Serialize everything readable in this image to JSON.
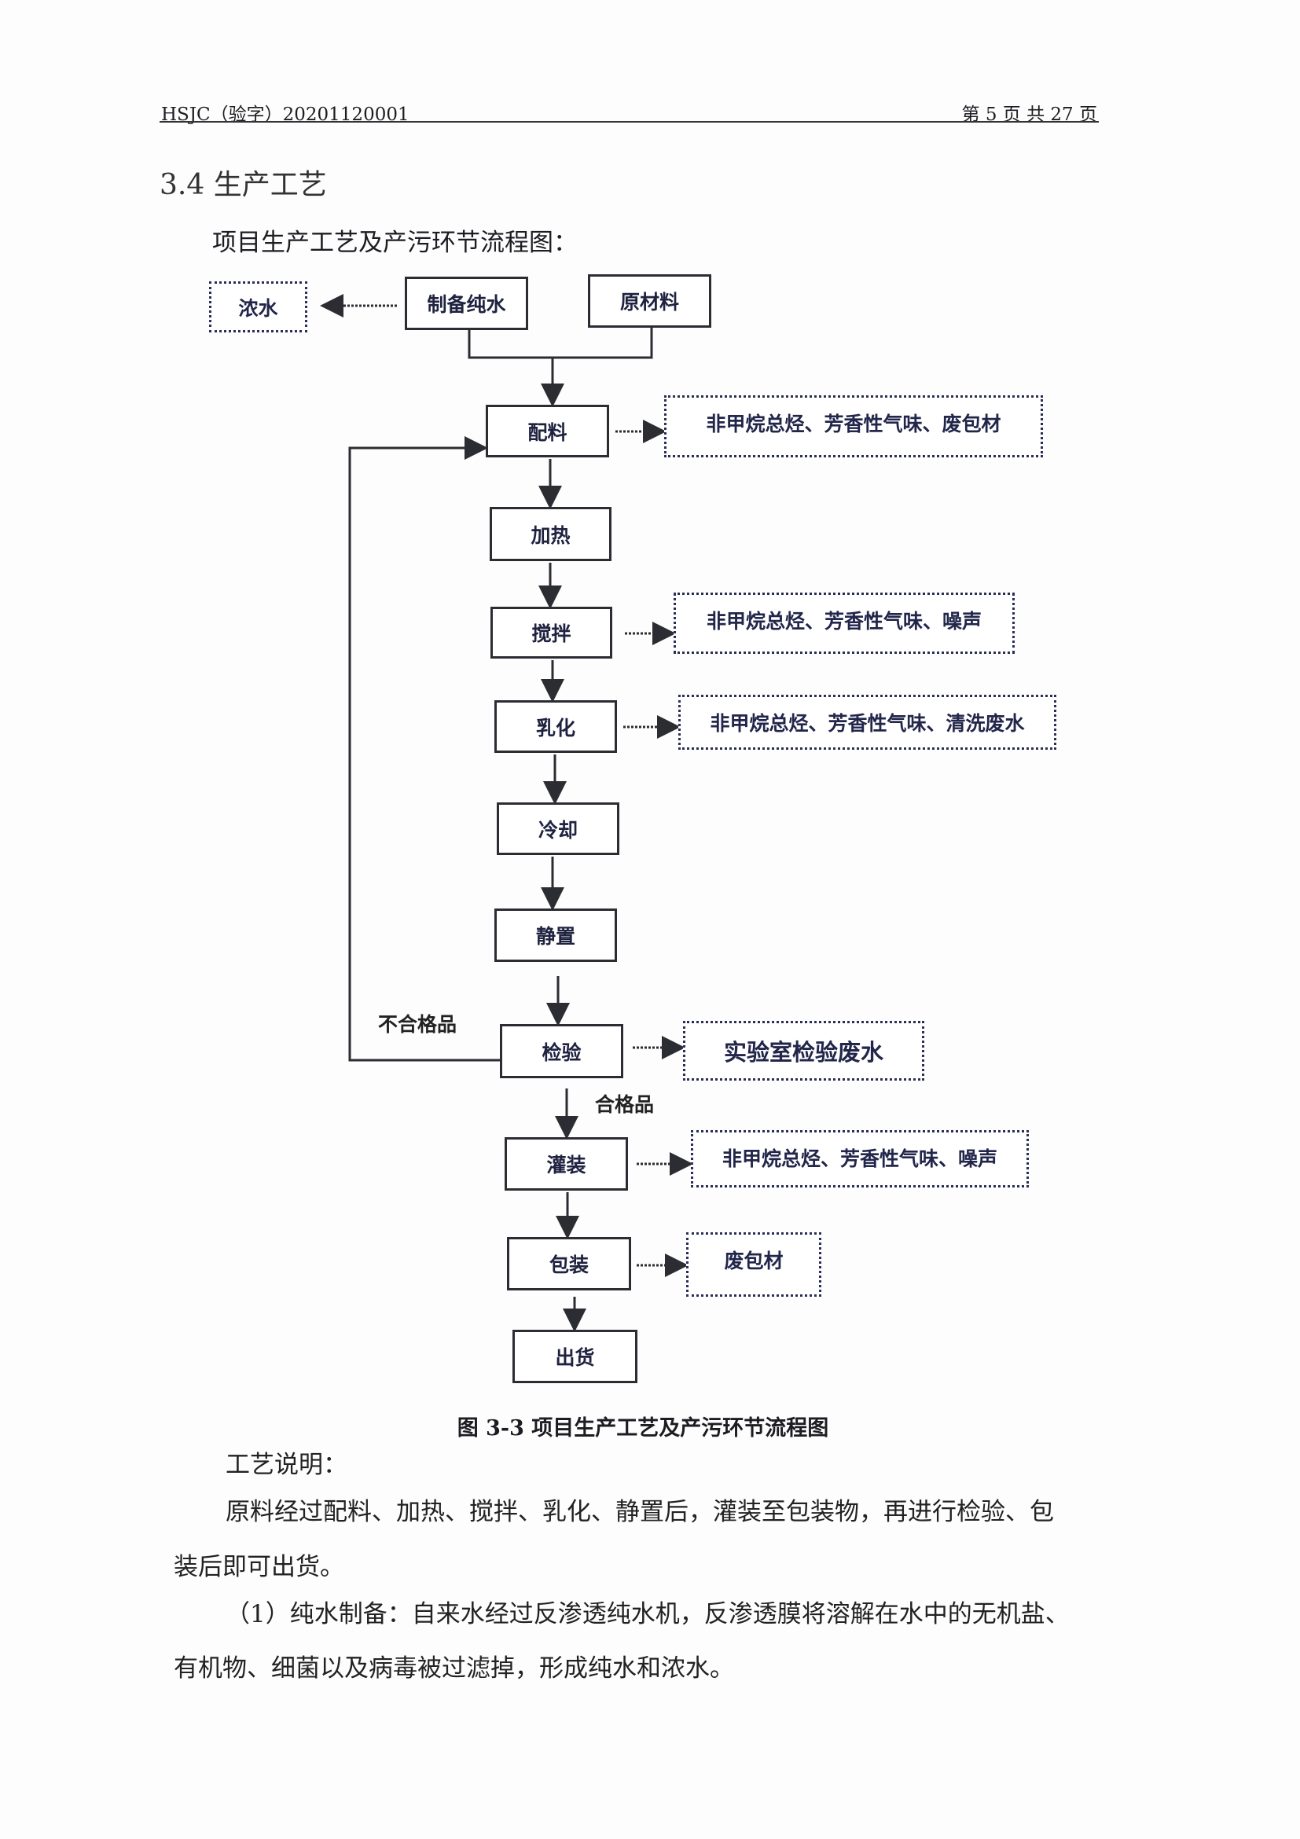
{
  "header": {
    "doc_code": "HSJC（验字）20201120001",
    "page_info": "第 5 页 共 27 页"
  },
  "section_title": "3.4 生产工艺",
  "intro": "项目生产工艺及产污环节流程图：",
  "flow": {
    "concentrate": "浓水",
    "pure_water": "制备纯水",
    "raw_material": "原材料",
    "steps": [
      "配料",
      "加热",
      "搅拌",
      "乳化",
      "冷却",
      "静置",
      "检验",
      "灌装",
      "包装",
      "出货"
    ],
    "outputs": {
      "batching": "非甲烷总烃、芳香性气味、废包材",
      "stirring": "非甲烷总烃、芳香性气味、噪声",
      "emulsify": "非甲烷总烃、芳香性气味、清洗废水",
      "inspect": "实验室检验废水",
      "filling": "非甲烷总烃、芳香性气味、噪声",
      "packing": "废包材"
    },
    "fail_label": "不合格品",
    "pass_label": "合格品"
  },
  "caption": "图 3-3  项目生产工艺及产污环节流程图",
  "body": {
    "heading": "工艺说明：",
    "p1_line1": "原料经过配料、加热、搅拌、乳化、静置后，灌装至包装物，再进行检验、包",
    "p1_line2": "装后即可出货。",
    "p2_line1": "（1）纯水制备：自来水经过反渗透纯水机，反渗透膜将溶解在水中的无机盐、",
    "p2_line2": "有机物、细菌以及病毒被过滤掉，形成纯水和浓水。"
  }
}
